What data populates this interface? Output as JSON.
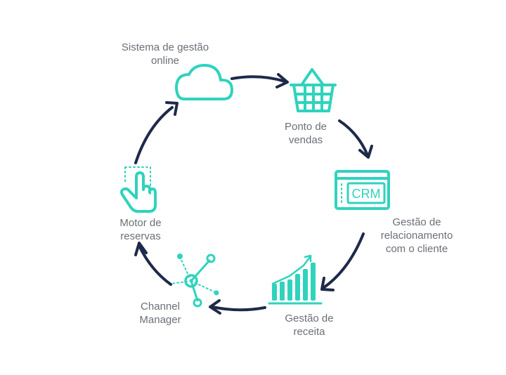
{
  "nodes": [
    {
      "id": "sistema",
      "lines": [
        "Sistema de gestão",
        "online"
      ],
      "icon": "cloud-icon"
    },
    {
      "id": "ponto",
      "lines": [
        "Ponto de",
        "vendas"
      ],
      "icon": "shopping-basket-icon"
    },
    {
      "id": "crm",
      "lines": [
        "Gestão de",
        "relacionamento",
        "com o cliente"
      ],
      "icon": "crm-window-icon",
      "icon_text": "CRM"
    },
    {
      "id": "receita",
      "lines": [
        "Gestão de",
        "receita"
      ],
      "icon": "bar-chart-trend-icon"
    },
    {
      "id": "channel",
      "lines": [
        "Channel",
        "Manager"
      ],
      "icon": "network-nodes-icon"
    },
    {
      "id": "motor",
      "lines": [
        "Motor de",
        "reservas"
      ],
      "icon": "hand-pointer-click-icon"
    }
  ],
  "colors": {
    "icon": "#2fd3bd",
    "arrow": "#1e2a4a",
    "text": "#6b6f78"
  }
}
